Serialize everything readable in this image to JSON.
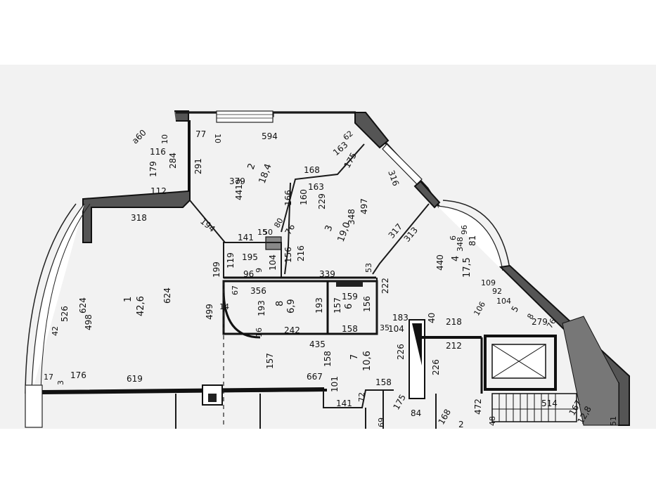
{
  "rooms": [
    {
      "id": "1",
      "area": "42,6"
    },
    {
      "id": "2",
      "area": "18,4"
    },
    {
      "id": "3",
      "area": "19,0"
    },
    {
      "id": "4",
      "area": "17,5"
    },
    {
      "id": "5",
      "area": ""
    },
    {
      "id": "6",
      "area": "6,9"
    },
    {
      "id": "7",
      "area": "10,6"
    },
    {
      "id": "9",
      "area": "6"
    }
  ],
  "dims": {
    "d594": "594",
    "d77": "77",
    "d10a": "10",
    "d10b": "10",
    "d116": "116",
    "d179": "179",
    "d284": "284",
    "d291": "291",
    "d112": "112",
    "d379": "379",
    "d4419": "4419",
    "d163a": "163",
    "d62": "62",
    "d175": "175",
    "d168": "168",
    "d163b": "163",
    "d160": "160",
    "d166": "166",
    "d229": "229",
    "d348": "348",
    "d497": "497",
    "d316": "316",
    "d318": "318",
    "d194": "194",
    "d141": "141",
    "d15": "15",
    "d50": "50",
    "d80": "80",
    "d76": "76",
    "d195": "195",
    "d119": "119",
    "d9": "9",
    "d104a": "104",
    "d156a": "156",
    "d216": "216",
    "d199": "199",
    "d96": "96",
    "d339": "339",
    "d53": "53",
    "d317": "317",
    "d313": "313",
    "d440": "440",
    "d81": "81",
    "d348b": "348",
    "d96b": "96",
    "d6": "6",
    "d109": "109",
    "d92": "92",
    "d104b": "104",
    "d106": "106",
    "d5": "5",
    "d8": "8",
    "d76b": "76",
    "d624a": "624",
    "d624b": "624",
    "d526": "526",
    "d498": "498",
    "d42": "42",
    "d499": "499",
    "d14": "14",
    "d67": "67",
    "d356": "356",
    "d193a": "193",
    "d193b": "193",
    "d159": "159",
    "d157a": "157",
    "d156b": "156",
    "d222": "222",
    "d183": "183",
    "d242": "242",
    "d158a": "158",
    "d35": "35",
    "d104c": "104",
    "d40": "40",
    "d218": "218",
    "d279": "279",
    "d435": "435",
    "d157b": "157",
    "d158b": "158",
    "d226a": "226",
    "d212": "212",
    "d226b": "226",
    "d17": "17",
    "d3": "3",
    "d176": "176",
    "d619": "619",
    "d667": "667",
    "d101": "101",
    "d141b": "141",
    "d72": "72",
    "d158c": "158",
    "d175b": "175",
    "d69": "69",
    "d84": "84",
    "d168b": "168",
    "d2": "2",
    "d472": "472",
    "d514": "514",
    "d167": "167",
    "d128": "12,8",
    "d51": "51",
    "d48": "48",
    "d16": "16",
    "a60": "a60"
  }
}
